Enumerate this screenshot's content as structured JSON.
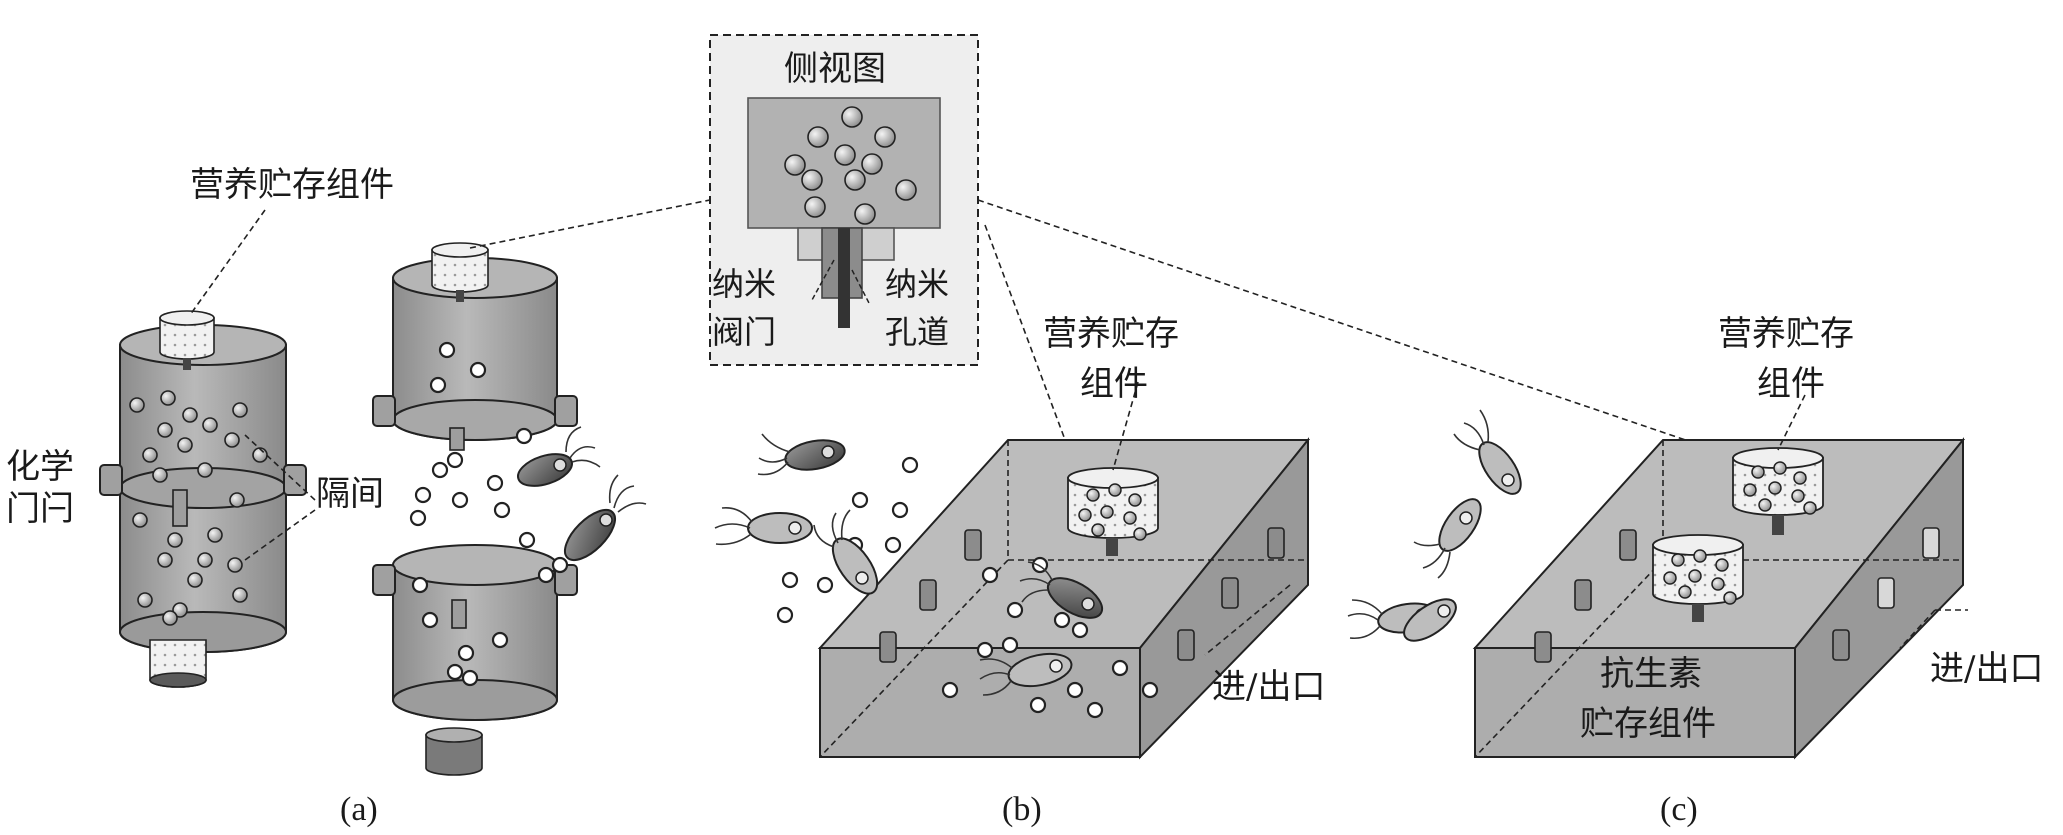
{
  "panel_a": {
    "label_storage": "营养贮存组件",
    "label_gate_1": "化学",
    "label_gate_2": "门闩",
    "label_compartment": "隔间",
    "caption": "(a)"
  },
  "inset": {
    "title": "侧视图",
    "valve_1": "纳米",
    "valve_2": "阀门",
    "channel_1": "纳米",
    "channel_2": "孔道"
  },
  "panel_b": {
    "storage_1": "营养贮存",
    "storage_2": "组件",
    "port": "进/出口",
    "caption": "(b)"
  },
  "panel_c": {
    "storage_1": "营养贮存",
    "storage_2": "组件",
    "antibiotic_1": "抗生素",
    "antibiotic_2": "贮存组件",
    "port": "进/出口",
    "caption": "(c)"
  },
  "colors": {
    "body_gray": "#a9a9a9",
    "dark_gray": "#5a5a5a",
    "light_fill": "#e8e8e8",
    "line": "#222222"
  }
}
